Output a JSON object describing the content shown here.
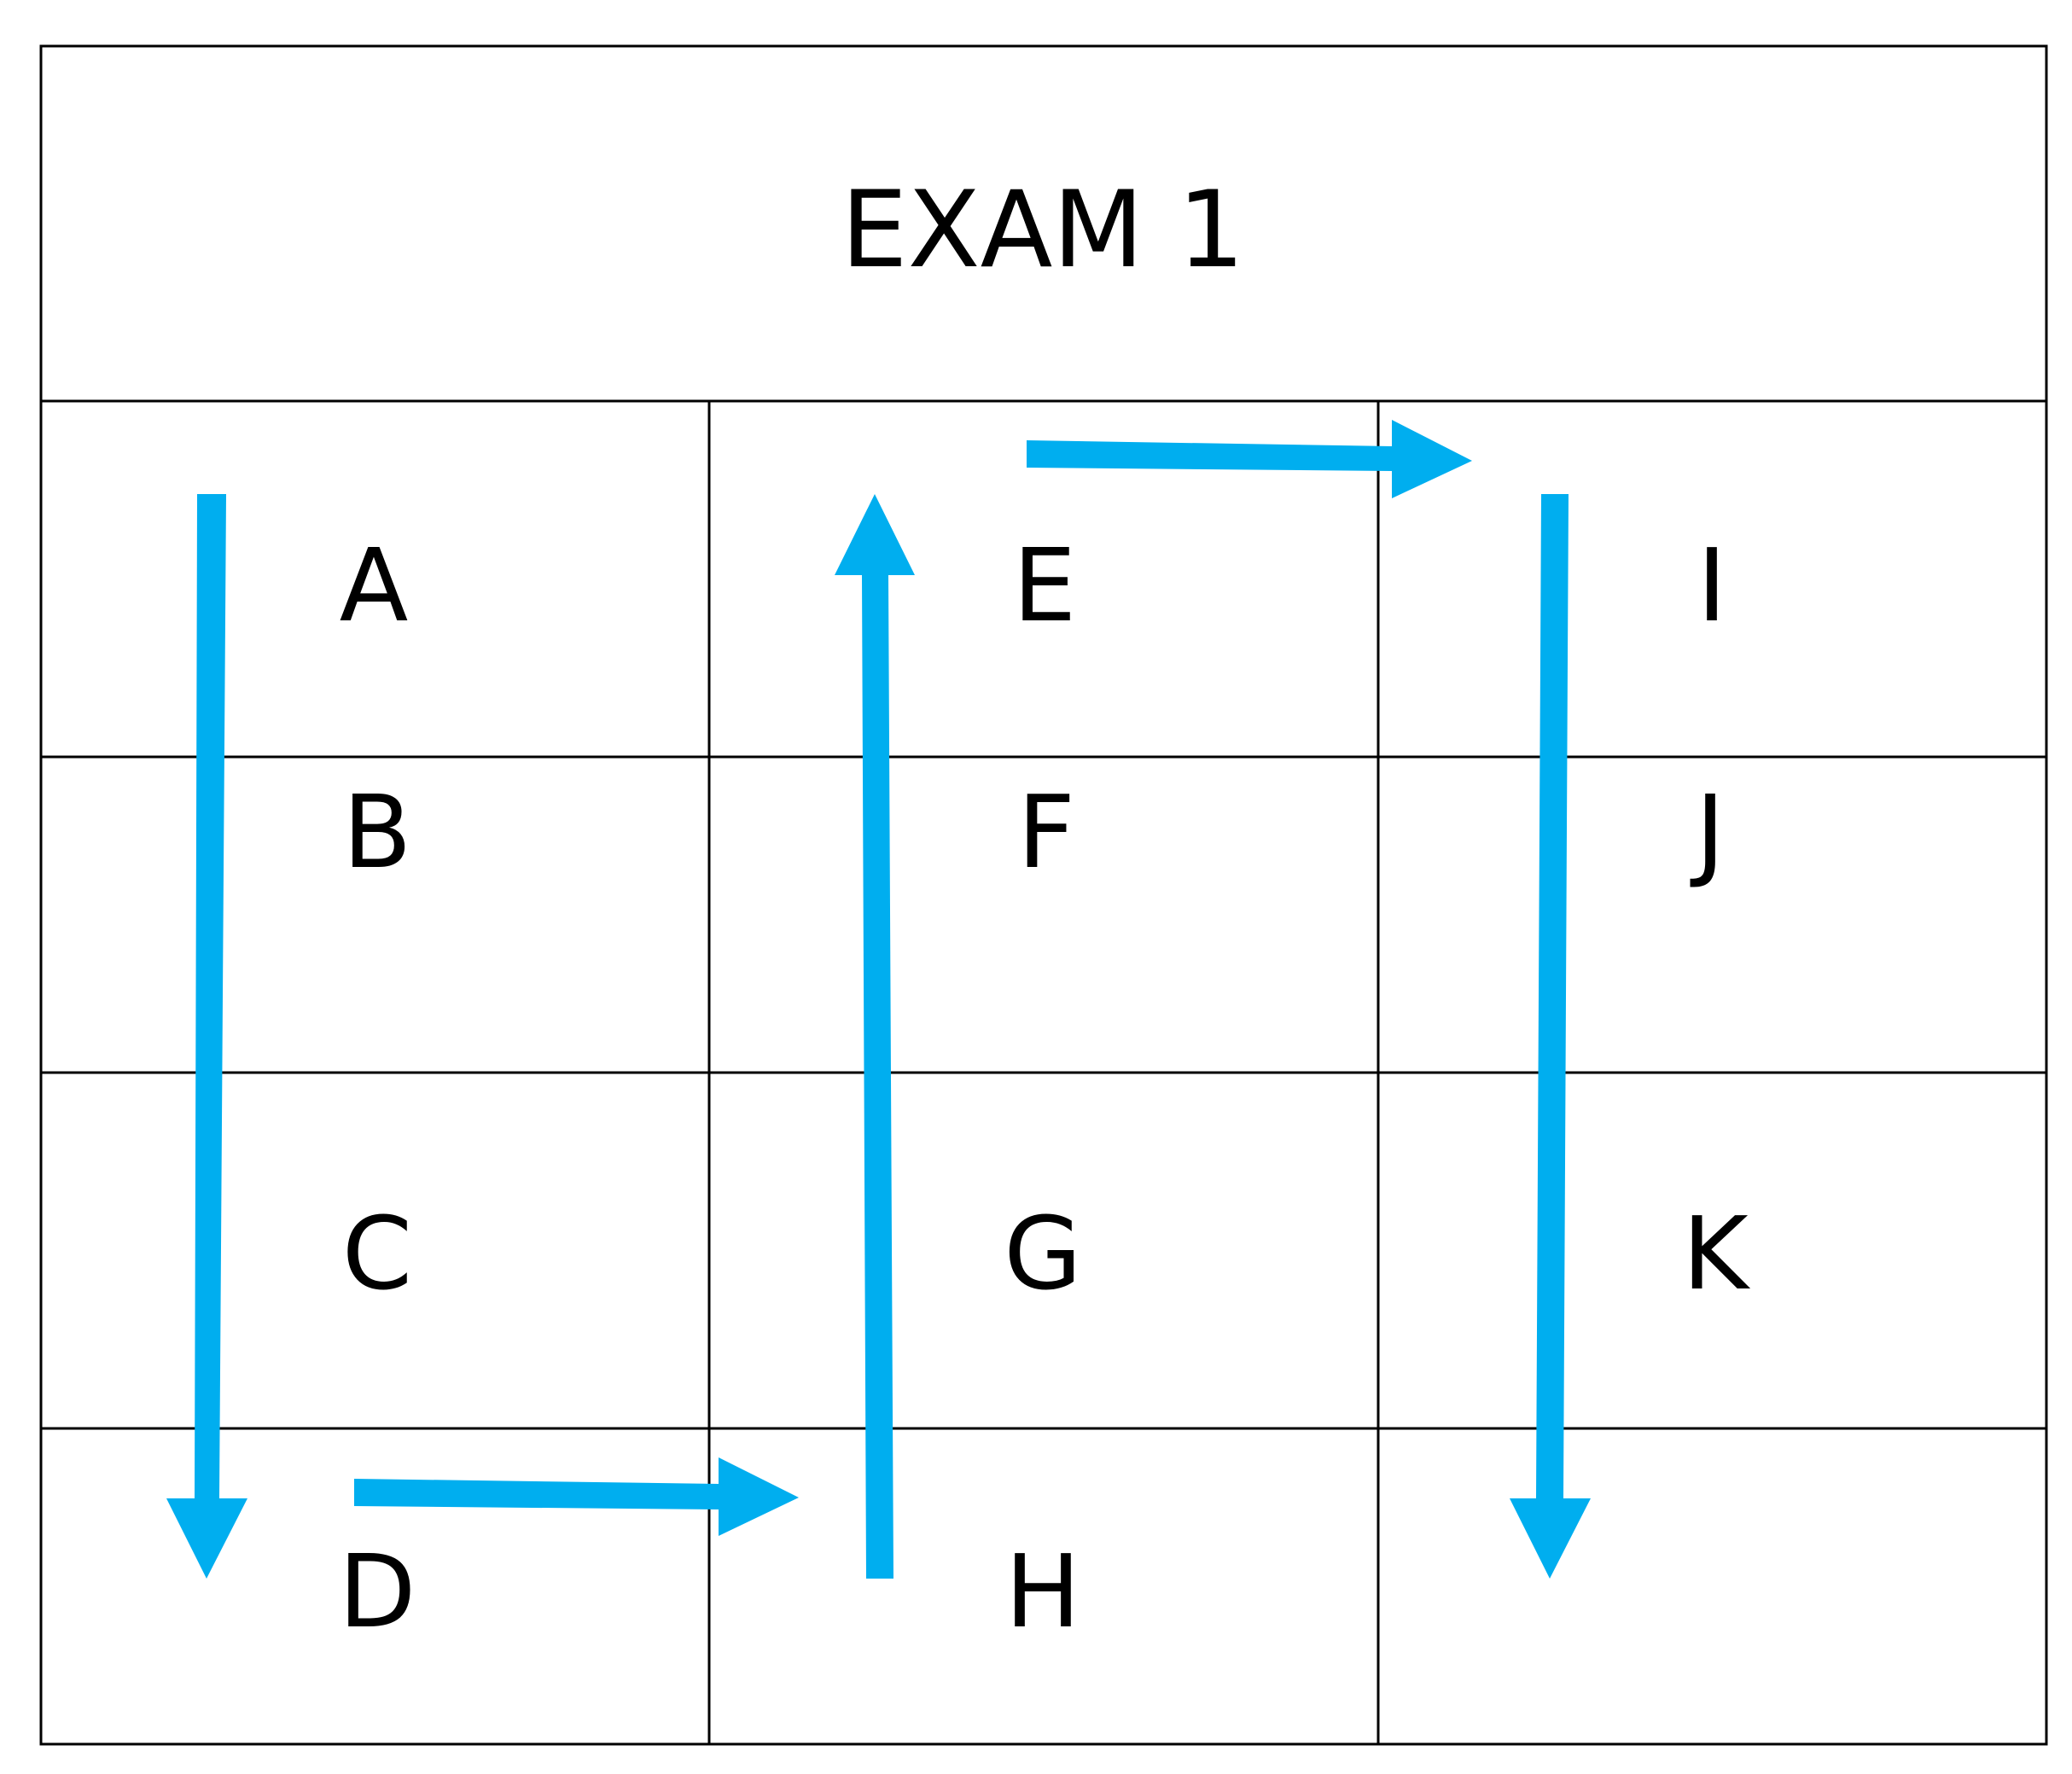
{
  "title": "EXAM 1",
  "cells": {
    "a": "A",
    "b": "B",
    "c": "C",
    "d": "D",
    "e": "E",
    "f": "F",
    "g": "G",
    "h": "H",
    "i": "I",
    "j": "J",
    "k": "K"
  },
  "colors": {
    "arrow": "#00AEEF",
    "grid": "#000000",
    "background": "#FFFFFF"
  },
  "arrows": [
    {
      "name": "down-arrow-column-1",
      "direction": "down"
    },
    {
      "name": "right-arrow-d-to-h",
      "direction": "right"
    },
    {
      "name": "up-arrow-column-2",
      "direction": "up"
    },
    {
      "name": "right-arrow-e-to-i",
      "direction": "right"
    },
    {
      "name": "down-arrow-column-3",
      "direction": "down"
    }
  ]
}
